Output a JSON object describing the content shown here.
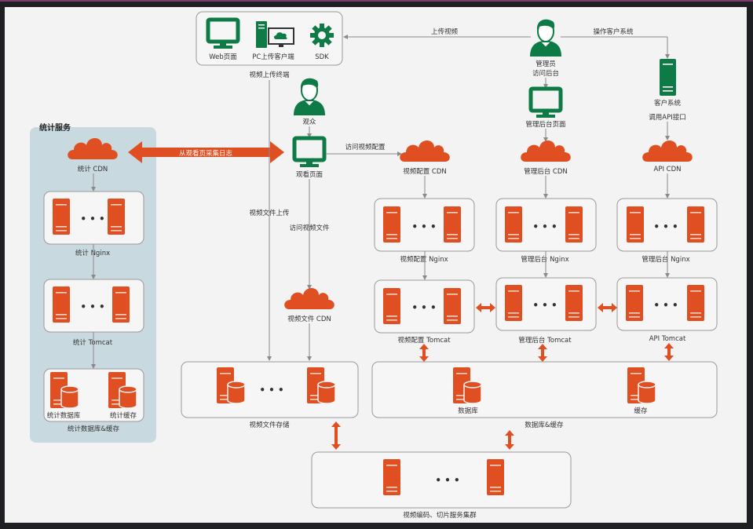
{
  "colors": {
    "orange": "#e04f22",
    "green": "#0e7a45",
    "panel": "#c9d9e0",
    "line": "#8a8a8a",
    "background": "#f3f3f3"
  },
  "upload_terminals": {
    "items": [
      {
        "icon": "monitor-icon",
        "label": "Web页面"
      },
      {
        "icon": "pc-upload-client-icon",
        "label": "PC上传客户端"
      },
      {
        "icon": "gear-icon",
        "label": "SDK"
      }
    ],
    "caption": "视频上传终端"
  },
  "actors": {
    "admin": {
      "label": "管理员",
      "sub": "访问后台"
    },
    "viewer": {
      "label": "观众"
    }
  },
  "edges": {
    "upload_video": "上传视频",
    "operate_customer_system": "操作客户系统",
    "call_api": "调用API接口",
    "access_video_config": "访问视频配置",
    "video_file_upload": "视频文件上传",
    "access_video_file": "访问视频文件",
    "collect_logs": "从观看页采集日志"
  },
  "pages": {
    "watch_page": "观看页面",
    "admin_page": "管理后台页面",
    "customer_system": "客户系统"
  },
  "stats_service": {
    "title": "统计服务",
    "cdn": "统计 CDN",
    "nginx": "统计 Nginx",
    "tomcat": "统计 Tomcat",
    "db": "统计数据库",
    "cache": "统计缓存",
    "storage_caption": "统计数据库&缓存"
  },
  "cdns": {
    "video_config": "视频配置 CDN",
    "admin": "管理后台 CDN",
    "api": "API CDN",
    "video_file": "视频文件 CDN"
  },
  "clusters": {
    "video_config_nginx": "视频配置 Nginx",
    "admin_nginx": "管理后台 Nginx",
    "api_nginx": "管理后台 Nginx",
    "video_config_tomcat": "视频配置 Tomcat",
    "admin_tomcat": "管理后台 Tomcat",
    "api_tomcat": "API Tomcat",
    "video_storage": "视频文件存储",
    "db_cache": "数据库&缓存",
    "db": "数据库",
    "cache": "缓存",
    "transcode": "视频编码、切片服务集群"
  },
  "ellipsis": "• • •"
}
